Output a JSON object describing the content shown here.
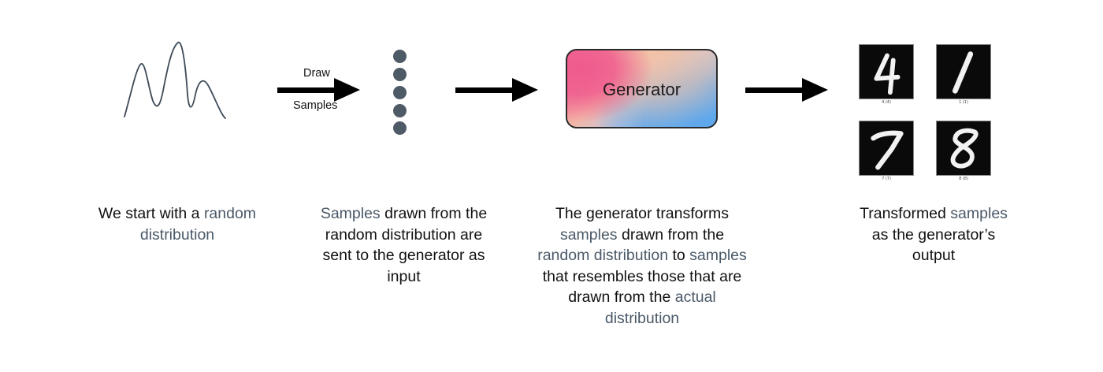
{
  "arrow_labels": {
    "draw": "Draw",
    "samples": "Samples"
  },
  "generator": {
    "label": "Generator"
  },
  "digits": [
    {
      "glyph": "4",
      "caption": "4 (4)"
    },
    {
      "glyph": "1",
      "caption": "1 (1)"
    },
    {
      "glyph": "7",
      "caption": "7 (7)"
    },
    {
      "glyph": "8",
      "caption": "8 (8)"
    }
  ],
  "captions": {
    "random_distribution": {
      "t1": "We start with a ",
      "h1": "random",
      "t2": " ",
      "h2": "distribution"
    },
    "samples": {
      "h1": "Samples",
      "t1": " drawn from the random distribution are sent to the generator as input"
    },
    "generator": {
      "t1": "The generator transforms ",
      "h1": "samples",
      "t2": " drawn from the ",
      "h2": "random distribution",
      "t3": " to ",
      "h3": "samples",
      "t4": " that resembles those that are drawn from the ",
      "h4": "actual",
      "t5": " ",
      "h5": "distribution"
    },
    "output": {
      "t1": "Transformed ",
      "h1": "samples",
      "t2": " as the generator’s output"
    }
  },
  "colors": {
    "highlight_text": "#4a5968",
    "dot": "#4e5a65",
    "curve": "#3d4a57",
    "arrow": "#000000"
  },
  "icons": {
    "curve": "random-distribution-curve",
    "dots": "sample-dots",
    "arrow": "right-arrow"
  }
}
